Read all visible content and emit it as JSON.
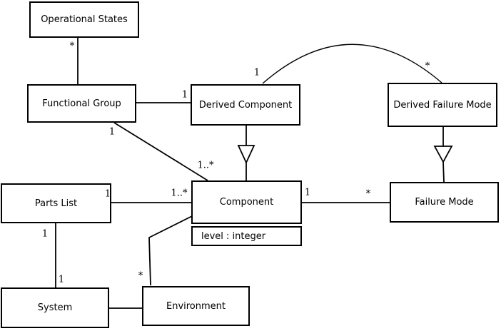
{
  "classes": {
    "operational_states": {
      "label": "Operational States"
    },
    "functional_group": {
      "label": "Functional Group"
    },
    "derived_component": {
      "label": "Derived Component"
    },
    "derived_failure_mode": {
      "label": "Derived Failure Mode"
    },
    "parts_list": {
      "label": "Parts List"
    },
    "component": {
      "label": "Component",
      "attribute": "level : integer"
    },
    "failure_mode": {
      "label": "Failure Mode"
    },
    "system": {
      "label": "System"
    },
    "environment": {
      "label": "Environment"
    }
  },
  "multiplicities": {
    "operational_states_functional_group_star": "*",
    "functional_group_derived_component_one": "1",
    "functional_group_component_one": "1",
    "functional_group_component_many": "1..*",
    "derived_component_arc_one": "1",
    "derived_failure_mode_arc_star": "*",
    "parts_list_component_one": "1",
    "parts_list_component_many": "1..*",
    "parts_list_system_one_top": "1",
    "parts_list_system_one_bottom": "1",
    "component_failure_mode_one": "1",
    "component_failure_mode_star": "*",
    "component_environment_star": "*"
  },
  "colors": {
    "line": "#000000",
    "background": "#ffffff",
    "box_fill": "#ffffff"
  }
}
